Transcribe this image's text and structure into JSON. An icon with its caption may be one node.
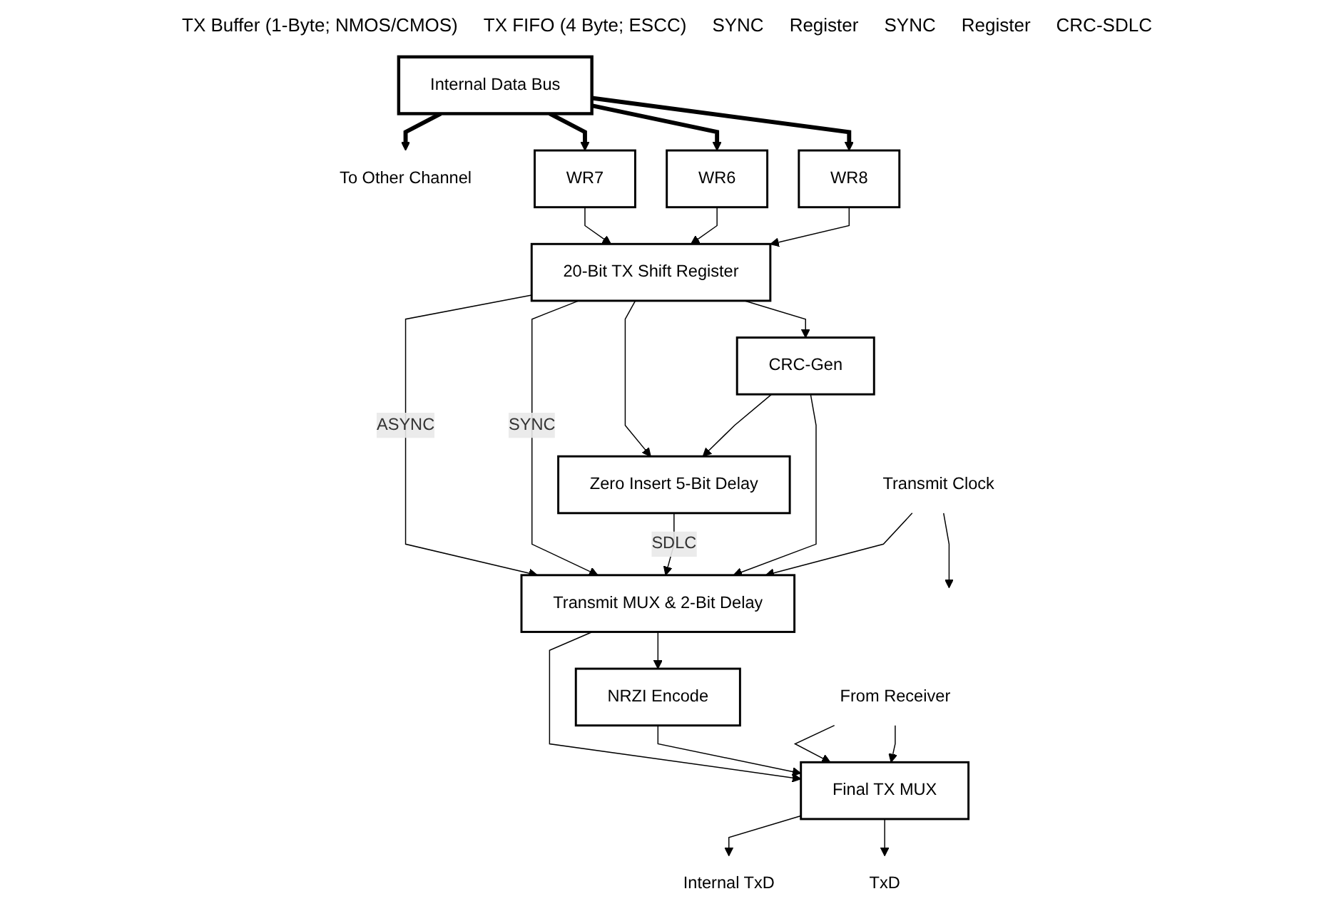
{
  "diagram": {
    "nodes": [
      {
        "text": [
          "Internal Data Bus"
        ]
      },
      {
        "text": [
          "To Other Channel"
        ]
      },
      {
        "text": [
          "WR7"
        ]
      },
      {
        "text": [
          "WR6"
        ]
      },
      {
        "text": [
          "WR8"
        ]
      },
      {
        "text": [
          "20-Bit TX Shift Register"
        ]
      },
      {
        "text": [
          "Zero Insert 5-Bit Delay"
        ]
      },
      {
        "text": [
          "CRC-Gen"
        ]
      },
      {
        "text": [
          "Transmit MUX & 2-Bit Delay"
        ]
      },
      {
        "text": [
          "NRZI Encode"
        ]
      },
      {
        "text": [
          "Final TX MUX"
        ]
      },
      {
        "text": [
          "Internal TxD"
        ]
      },
      {
        "text": [
          "TxD"
        ]
      },
      {
        "text": [
          "Transmit Clock"
        ]
      },
      {
        "text": [
          "From Receiver"
        ]
      }
    ],
    "edges": [
      {
        "from": 0,
        "to": 1,
        "arrow": "to",
        "style": "thick"
      },
      {
        "from": 0,
        "to": 2,
        "arrow": "to",
        "style": "thick"
      },
      {
        "from": 0,
        "to": 3,
        "arrow": "to",
        "style": "thick"
      },
      {
        "from": 0,
        "to": 4,
        "arrow": "to",
        "style": "thick"
      },
      {
        "from": 2,
        "to": 5,
        "arrow": "to"
      },
      {
        "from": 3,
        "to": 5,
        "arrow": "to"
      },
      {
        "from": 4,
        "to": 5,
        "arrow": "to"
      },
      {
        "from": 5,
        "to": 8,
        "arrow": "to",
        "label": "ASYNC"
      },
      {
        "from": 5,
        "to": 8,
        "arrow": "to",
        "label": "SYNC"
      },
      {
        "from": 5,
        "to": 6,
        "arrow": "to"
      },
      {
        "from": 5,
        "to": 7,
        "arrow": "to"
      },
      {
        "from": 6,
        "to": 8,
        "arrow": "to",
        "label": "SDLC"
      },
      {
        "from": 7,
        "to": 8,
        "arrow": "to"
      },
      {
        "from": 7,
        "to": 6,
        "arrow": "to"
      },
      {
        "from": 8,
        "to": 9,
        "arrow": "to"
      },
      {
        "from": 8,
        "to": 10,
        "arrow": "to"
      },
      {
        "from": 9,
        "to": 10,
        "arrow": "to"
      },
      {
        "from": 14,
        "to": 10,
        "arrow": "to"
      },
      {
        "from": 14,
        "to": 10,
        "arrow": "to"
      },
      {
        "from": 10,
        "to": 11,
        "arrow": "to"
      },
      {
        "from": 10,
        "to": 12,
        "arrow": "to"
      },
      {
        "from": 13,
        "to": 8,
        "arrow": "to"
      },
      {
        "from": 13,
        "to": null,
        "arrow": "to"
      }
    ],
    "labels": [
      "TX Buffer (1-Byte; NMOS/CMOS)",
      "TX FIFO (4 Byte; ESCC)",
      "SYNC",
      "Register",
      "SYNC",
      "Register",
      "CRC-SDLC"
    ]
  }
}
